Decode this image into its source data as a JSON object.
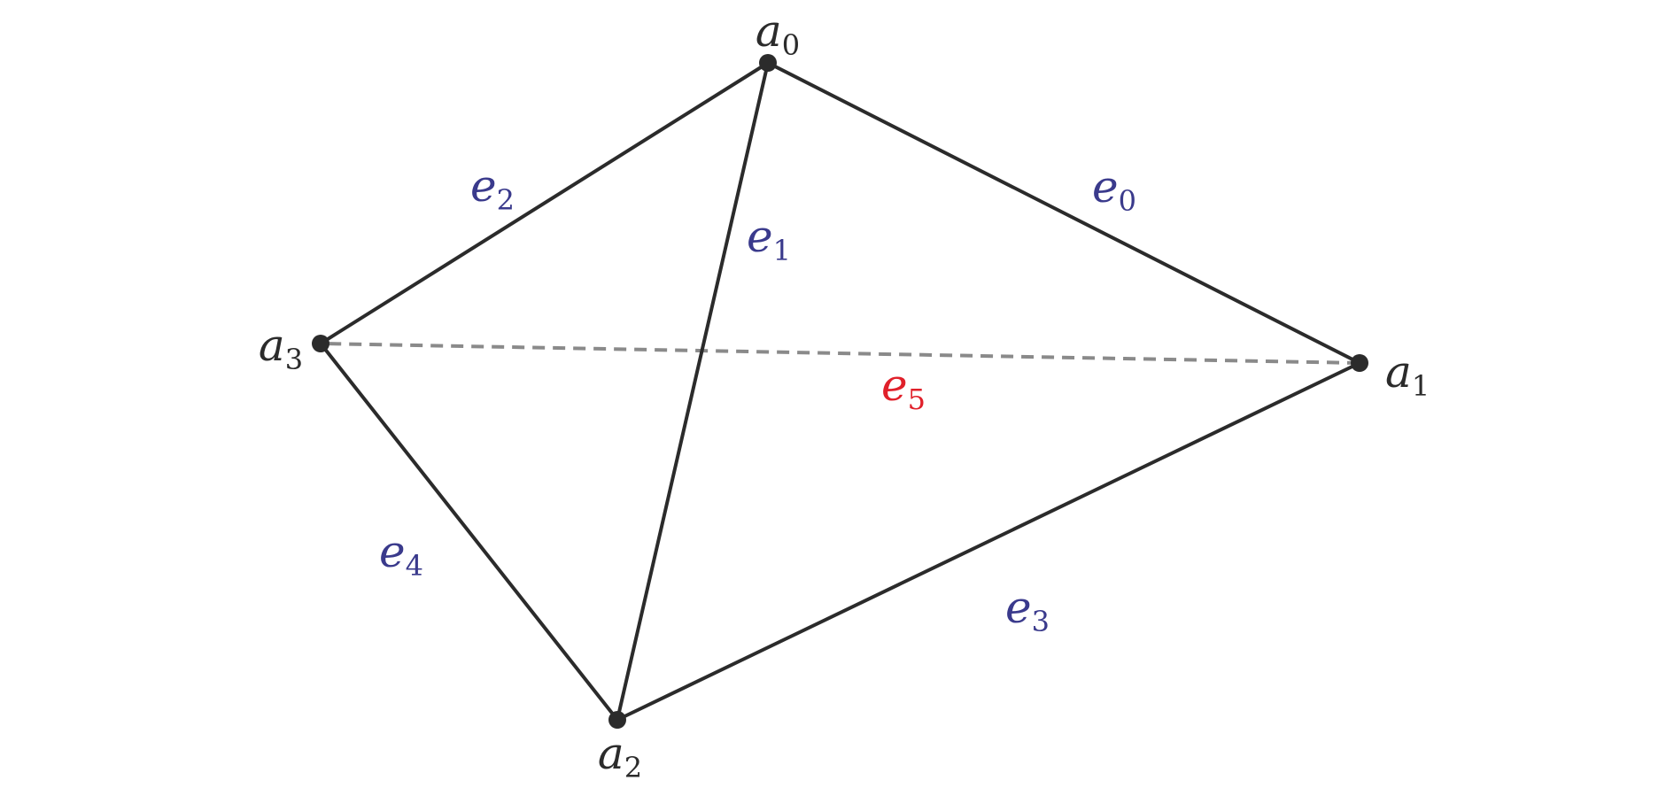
{
  "colors": {
    "edge": "#2b2b2b",
    "hidden_edge": "#8a8a8a",
    "vertex_label": "#2b2b2b",
    "edge_label": "#3a3a8c",
    "highlight_label": "#e0202a"
  },
  "vertices": [
    {
      "id": "a0",
      "letter": "a",
      "sub": "0"
    },
    {
      "id": "a1",
      "letter": "a",
      "sub": "1"
    },
    {
      "id": "a2",
      "letter": "a",
      "sub": "2"
    },
    {
      "id": "a3",
      "letter": "a",
      "sub": "3"
    }
  ],
  "edges": [
    {
      "id": "e0",
      "letter": "e",
      "sub": "0",
      "from": "a0",
      "to": "a1",
      "style": "solid"
    },
    {
      "id": "e1",
      "letter": "e",
      "sub": "1",
      "from": "a0",
      "to": "a2",
      "style": "solid"
    },
    {
      "id": "e2",
      "letter": "e",
      "sub": "2",
      "from": "a0",
      "to": "a3",
      "style": "solid"
    },
    {
      "id": "e3",
      "letter": "e",
      "sub": "3",
      "from": "a1",
      "to": "a2",
      "style": "solid"
    },
    {
      "id": "e4",
      "letter": "e",
      "sub": "4",
      "from": "a2",
      "to": "a3",
      "style": "solid"
    },
    {
      "id": "e5",
      "letter": "e",
      "sub": "5",
      "from": "a1",
      "to": "a3",
      "style": "dashed"
    }
  ]
}
